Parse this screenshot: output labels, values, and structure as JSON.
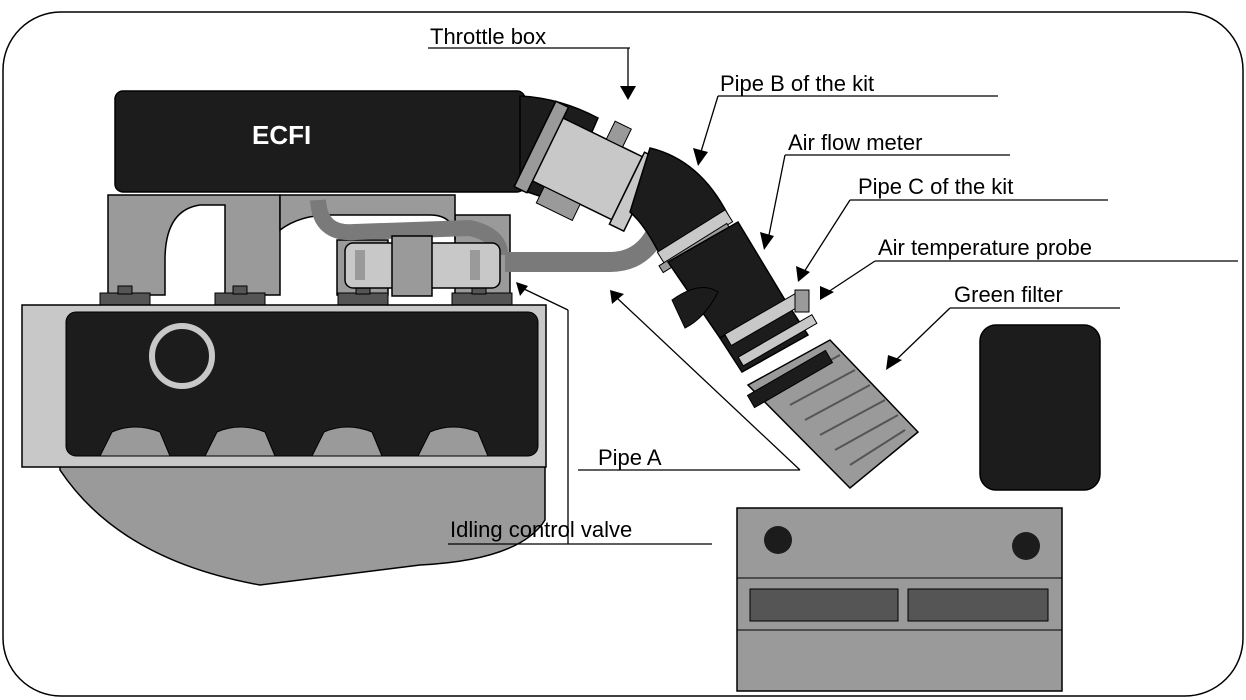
{
  "colors": {
    "dark": "#1c1c1c",
    "gray": "#9a9a9a",
    "light_gray": "#c8c8c8",
    "outline": "#000000",
    "background": "#ffffff"
  },
  "components": {
    "ecfi": "ECFI"
  },
  "labels": {
    "throttle_box": "Throttle box",
    "pipe_b": "Pipe B of the kit",
    "air_flow_meter": "Air flow meter",
    "pipe_c": "Pipe C of the kit",
    "air_temperature_probe": "Air temperature probe",
    "green_filter": "Green filter",
    "pipe_a": "Pipe A",
    "idling_control_valve": "Idling control valve"
  }
}
